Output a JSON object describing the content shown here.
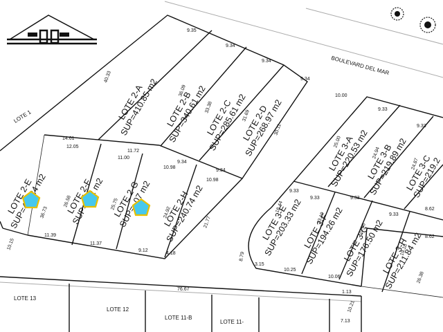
{
  "street": {
    "name": "BOULEVARD DEL MAR"
  },
  "neighbors": {
    "lote1": "LOTE 1",
    "lote13": "LOTE 13",
    "lote12": "LOTE 12",
    "lote11b": "LOTE 11-B",
    "lote11x": "LOTE 11-"
  },
  "lots": {
    "l2a": {
      "name": "LOTE 2-A",
      "area": "SUP=410.85 m2"
    },
    "l2b": {
      "name": "LOTE 2-B",
      "area": "SUP=340.61 m2"
    },
    "l2c": {
      "name": "LOTE 2-C",
      "area": "SUP=285.61 m2"
    },
    "l2d": {
      "name": "LOTE 2-D",
      "area": "SUP=268.97 m2"
    },
    "l2e": {
      "name": "LOTE 2-E",
      "area": "SUP=40 .24 m2"
    },
    "l2f": {
      "name": "LOTE 2-F",
      "area": "SUP= .62 m2"
    },
    "l2g": {
      "name": "LOTE 2-G",
      "area": "SUP= .07 m2"
    },
    "l2h": {
      "name": "LOTE 2-H",
      "area": "SUP=240.74 m2"
    },
    "l3a": {
      "name": "LOTE 3-A",
      "area": "SUP=220.53 m2"
    },
    "l3b": {
      "name": "LOTE 3-B",
      "area": "SUP=219.89 m2"
    },
    "l3c": {
      "name": "LOTE 3-C",
      "area": "SUP=219.2"
    },
    "l3e": {
      "name": "LOTE 3-E",
      "area": "SUP=203.33 m2"
    },
    "l3f": {
      "name": "LOTE 3-F",
      "area": "SUP=194.26 m2"
    },
    "l3g": {
      "name": "LOTE 3-G",
      "area": "SUP=176.50 m2"
    },
    "l3h": {
      "name": "LOTE 3-H",
      "area": "SUP=211.84 m2"
    }
  },
  "dims": {
    "d935": "9.35",
    "d4033": "40.33",
    "d934a": "9.34",
    "d934b": "9.34",
    "d934c": "9.34",
    "d3609": "36.09",
    "d3338": "33.38",
    "d3169": "31.69",
    "d3011": "30.11",
    "d1000": "10.00",
    "d1461": "14.61",
    "d1205": "12.05",
    "d1172": "11.72",
    "d1100": "11.00",
    "d1098a": "10.98",
    "d1098b": "10.98",
    "d934d": "9.34",
    "d934e": "9.34",
    "d2658": "26.58",
    "d2575": "25.75",
    "d2492": "24.92",
    "d2177": "21.77",
    "d3673": "36.73",
    "d1015": "10.15",
    "d1139": "11.39",
    "d1137": "11.37",
    "d912": "9.12",
    "d418": "4.18",
    "d7667": "76.67",
    "d933a": "9.33",
    "d933b": "9.33",
    "d2500": "25.00",
    "d2494": "24.94",
    "d2487": "24.87",
    "d933c": "9.33",
    "d933d": "9.33",
    "d933e": "9.33",
    "d933f": "9.33",
    "d1844": "18.44",
    "d2319": "23.19",
    "d2096": "20.96",
    "d1918": "19.18",
    "d862a": "8.62",
    "d862b": "8.62",
    "d315": "3.15",
    "d1025": "10.25",
    "d1006": "10.06",
    "d2638": "26.38",
    "d113": "1.13",
    "d1021": "10.21",
    "d713": "7.13",
    "d879": "8.79"
  }
}
